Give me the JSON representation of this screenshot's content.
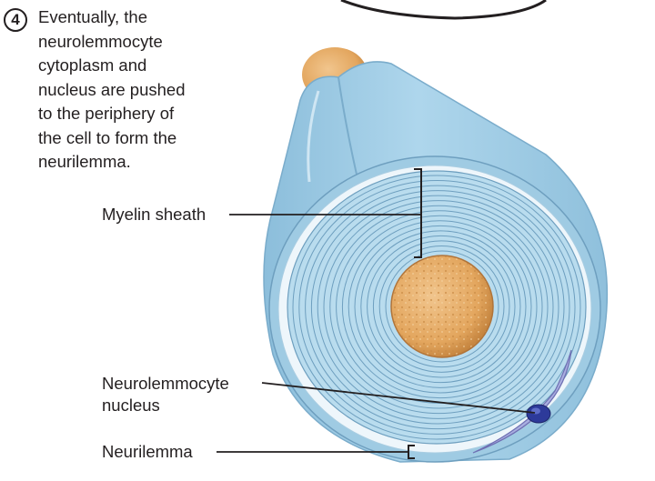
{
  "step": {
    "number": "4",
    "text": "Eventually, the\nneurolemmocyte\ncytoplasm and\nnucleus are pushed\nto the periphery of\nthe cell to form the\nneurilemma."
  },
  "labels": {
    "myelin_sheath": "Myelin sheath",
    "neurolemmocyte_nucleus": "Neurolemmocyte\nnucleus",
    "neurilemma": "Neurilemma"
  },
  "colors": {
    "sheath_outer": "#9fcbe3",
    "sheath_ring": "#b9dcee",
    "ring_line": "#6e9fbf",
    "axon": "#e3a65e",
    "axon_dark": "#c07f3a",
    "cytoplasm": "#a9aee0",
    "nucleus": "#2d3a9a",
    "leader_line": "#231f20"
  }
}
